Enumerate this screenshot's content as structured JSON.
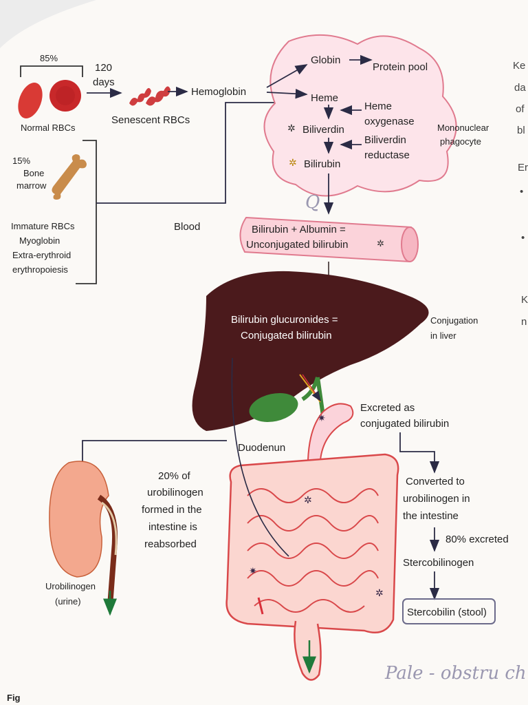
{
  "labels": {
    "percent_85": "85%",
    "days_120_a": "120",
    "days_120_b": "days",
    "normal_rbcs": "Normal RBCs",
    "senescent_rbcs": "Senescent RBCs",
    "hemoglobin": "Hemoglobin",
    "percent_15": "15%",
    "bone_a": "Bone",
    "bone_b": "marrow",
    "immature_rbcs": "Immature RBCs",
    "myoglobin": "Myoglobin",
    "extra_a": "Extra-erythroid",
    "extra_b": "erythropoiesis",
    "blood": "Blood",
    "globin": "Globin",
    "protein_pool": "Protein pool",
    "heme": "Heme",
    "heme_oxy_a": "Heme",
    "heme_oxy_b": "oxygenase",
    "biliverdin": "Biliverdin",
    "bvr_a": "Biliverdin",
    "bvr_b": "reductase",
    "bilirubin": "Bilirubin",
    "mono_a": "Mononuclear",
    "mono_b": "phagocyte",
    "unconj_a": "Bilirubin + Albumin =",
    "unconj_b": "Unconjugated bilirubin",
    "conj_a": "Bilirubin glucuronides =",
    "conj_b": "Conjugated bilirubin",
    "conj_liver_a": "Conjugation",
    "conj_liver_b": "in liver",
    "excreted_a": "Excreted as",
    "excreted_b": "conjugated bilirubin",
    "duodenum": "Duodenun",
    "reabs_1": "20% of",
    "reabs_2": "urobilinogen",
    "reabs_3": "formed in the",
    "reabs_4": "intestine is",
    "reabs_5": "reabsorbed",
    "converted_1": "Converted to",
    "converted_2": "urobilinogen in",
    "converted_3": "the intestine",
    "excreted_80": "80% excreted",
    "stercobilinogen": "Stercobilinogen",
    "stercobilin": "Stercobilin (stool)",
    "urine_a": "Urobilinogen",
    "urine_b": "(urine)",
    "handwriting": "Pale - obstru ch",
    "fig": "Fig"
  },
  "edge_text": {
    "l1": "Ke",
    "l2": "da",
    "l3": "of",
    "l4": "bl",
    "l5": "Er",
    "l6": "K",
    "l7": "n"
  },
  "colors": {
    "rbc": "#c8282a",
    "phagocyte_fill": "#fde4ea",
    "phagocyte_stroke": "#e07a8e",
    "liver": "#4b1a1c",
    "gallbladder": "#3f8a3a",
    "intestine": "#f4a7a0",
    "intestine_line": "#d9484a",
    "kidney": "#f3a88e",
    "arrow": "#2b2b45"
  }
}
